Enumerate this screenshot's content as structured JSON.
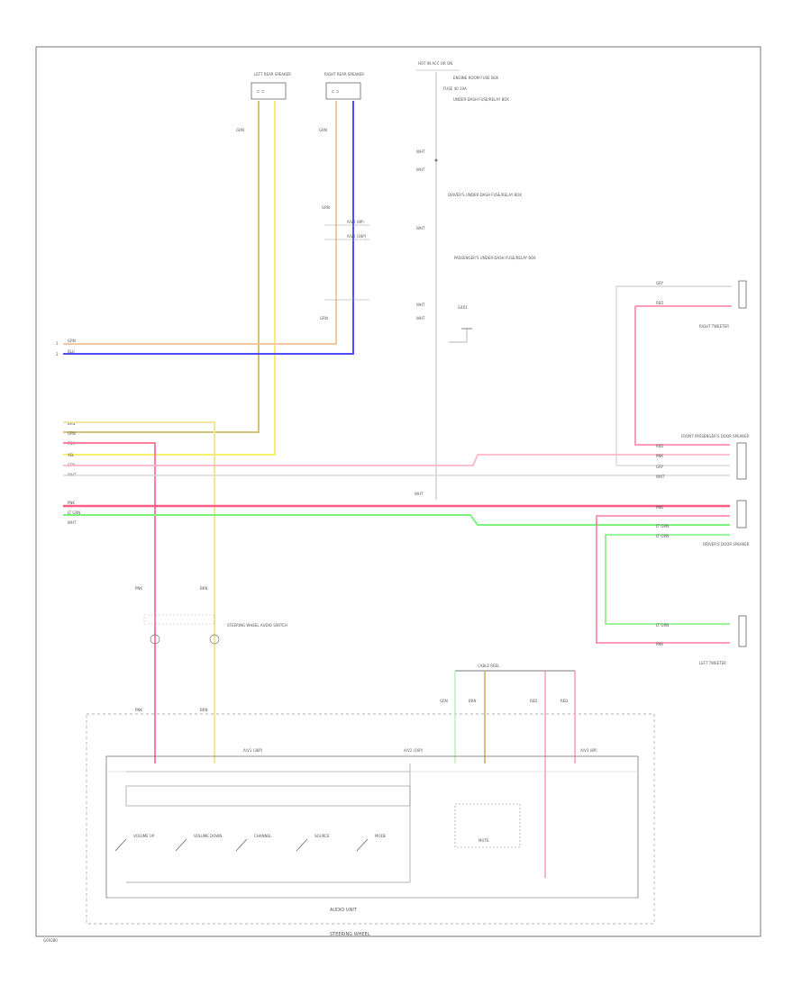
{
  "colors": {
    "frame": "#777777",
    "wire_tan": "#f3c9a0",
    "wire_blue": "#4d4dff",
    "wire_yellow": "#f4f06a",
    "wire_ltyellow": "#f0e6a0",
    "wire_pink": "#ff7d9d",
    "wire_green": "#7cf27c",
    "wire_gray": "#c8c8c8"
  },
  "components": {
    "left_rear_speaker": "LEFT REAR SPEAKER",
    "right_rear_speaker": "RIGHT REAR SPEAKER",
    "power_supply": "HOT IN ACC OR ON",
    "power_note": "ENGINE ROOM FUSE BOX",
    "fuse": "FUSE 40 10A",
    "fuse_note": "UNDER-DASH FUSE/RELAY BOX",
    "connector_note_1": "DRIVER'S UNDER-DASH FUSE/RELAY BOX",
    "connector_note_2": "PASSENGER'S UNDER-DASH FUSE/RELAY BOX",
    "ground_label": "G401",
    "right_tweeter": "RIGHT TWEETER",
    "front_speaker": "FRONT PASSENGER'S DOOR SPEAKER",
    "dash_speaker": "DRIVER'S DOOR SPEAKER",
    "left_tweeter": "LEFT TWEETER",
    "steering_switch": "STEERING WHEEL AUDIO SWITCH",
    "audio_unit": "AUDIO UNIT",
    "cable_reel": "CABLE REEL",
    "steering_wheel": "STEERING WHEEL",
    "connector_1": "A/V1 (36P)",
    "connector_2": "A/V2 (16P)",
    "connector_3": "A/V3 (8P)",
    "switches": [
      "VOLUME UP",
      "VOLUME DOWN",
      "CHANNEL",
      "SOURCE",
      "MODE"
    ],
    "footer_code": "G69280"
  },
  "wires": {
    "tan": "GRN",
    "blue": "BLU",
    "yellow": "YEL",
    "ltyellow": "BRN",
    "pink": "PNK",
    "green": "LT GRN",
    "gray": "GRY",
    "white": "WHT",
    "red": "RED"
  }
}
